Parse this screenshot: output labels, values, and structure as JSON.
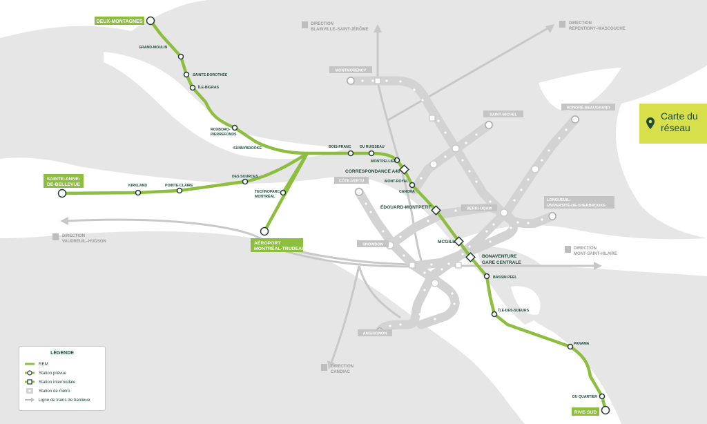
{
  "title": "Carte du réseau",
  "colors": {
    "rem": "#8dbe3f",
    "metro": "#d3d3d3",
    "train": "#c8c8c8",
    "land": "#e6e6e6",
    "water": "#ffffff",
    "label_green": "#8dbe3f",
    "text_dark": "#1f4a3a",
    "highlight": "#d7e04a"
  },
  "legend": {
    "title": "LÉGENDE",
    "items": [
      {
        "icon": "rem-line",
        "label": "REM"
      },
      {
        "icon": "planned-station",
        "label": "Station prévue"
      },
      {
        "icon": "intermodal-station",
        "label": "Station intermodale"
      },
      {
        "icon": "metro-station",
        "label": "Station de métro"
      },
      {
        "icon": "commuter-train-arrow",
        "label": "Ligne de trains de banlieue"
      }
    ]
  },
  "terminals": {
    "deux_montagnes": "DEUX-MONTAGNES",
    "sainte_anne": [
      "SAINTE-ANNE-",
      "DE-BELLEVUE"
    ],
    "aeroport": [
      "AÉROPORT",
      "MONTRÉAL-TRUDEAU"
    ],
    "rive_sud": "RIVE-SUD"
  },
  "rem_stations": {
    "grand_moulin": "GRAND-MOULIN",
    "sainte_dorothee": "SAINTE-DOROTHÉE",
    "ile_bigras": "ÎLE-BIGRAS",
    "roxboro": [
      "ROXBORO-",
      "PIERREFONDS"
    ],
    "sunnybrooke": "SUNNYBROOKE",
    "bois_franc": "BOIS-FRANC",
    "du_ruisseau": "DU RUISSEAU",
    "montpellier": "MONTPELLIER",
    "mont_royal": "MONT-ROYAL",
    "canora": "CANORA",
    "kirkland": "KIRKLAND",
    "pointe_claire": "POINTE-CLAIRE",
    "des_sources": "DES SOURCES",
    "technoparc": [
      "TECHNOPARC",
      "MONTRÉAL"
    ],
    "bassin_peel": "BASSIN PEEL",
    "ile_des_soeurs": "ÎLE-DES-SOEURS",
    "panama": "PANAMA",
    "du_quartier": "DU QUARTIER"
  },
  "intermodal": {
    "correspondance_a40": "CORRESPONDANCE A40",
    "edouard_montpetit": "ÉDOUARD-MONTPETIT",
    "mcgill": "MCGILL",
    "bonaventure": [
      "BONAVENTURE",
      "GARE CENTRALE"
    ]
  },
  "metro_terminals": {
    "montmorency": "MONTMORENCY",
    "saint_michel": "SAINT-MICHEL",
    "honore_beaugrand": "HONORÉ-BEAUGRAND",
    "cote_vertu": "CÔTE-VERTU",
    "snowdon": "SNOWDON",
    "berri_uqam": "BERRI-UQAM",
    "longueuil": [
      "LONGUEUIL-",
      "UNIVERSITÉ-DE-SHERBROOKE"
    ],
    "angrignon": "ANGRIGNON"
  },
  "directions": {
    "blainville": [
      "DIRECTION",
      "BLAINVILLE–SAINT-JÉRÔME"
    ],
    "repentigny": [
      "DIRECTION",
      "REPENTIGNY–MASCOUCHE"
    ],
    "vaudreuil": [
      "DIRECTION",
      "VAUDREUIL–HUDSON"
    ],
    "mont_saint_hilaire": [
      "DIRECTION",
      "MONT-SAINT-HILAIRE"
    ],
    "candiac": [
      "DIRECTION",
      "CANDIAC"
    ]
  }
}
